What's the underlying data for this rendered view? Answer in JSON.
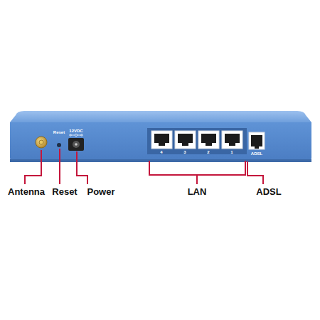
{
  "diagram": {
    "labels": [
      "Reset",
      "12VDC",
      "4",
      "3",
      "2",
      "1",
      "ADSL",
      "Antenna",
      "Reset",
      "Power",
      "LAN",
      "ADSL"
    ]
  }
}
